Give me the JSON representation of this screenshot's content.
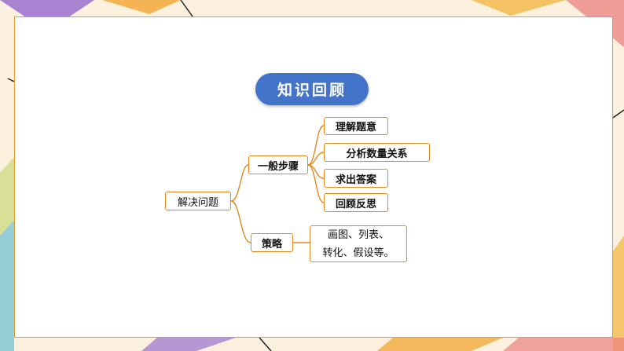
{
  "title": "知识回顾",
  "root": "解决问题",
  "branches": {
    "steps": {
      "label": "一般步骤",
      "children": [
        "理解题意",
        "分析数量关系",
        "求出答案",
        "回顾反思"
      ]
    },
    "strategy": {
      "label": "策略",
      "lines": [
        "画图、列表、",
        "转化、假设等。"
      ]
    }
  },
  "colors": {
    "accent": "#4275c9",
    "connector": "#e28a20",
    "background": "#fbf1de"
  }
}
